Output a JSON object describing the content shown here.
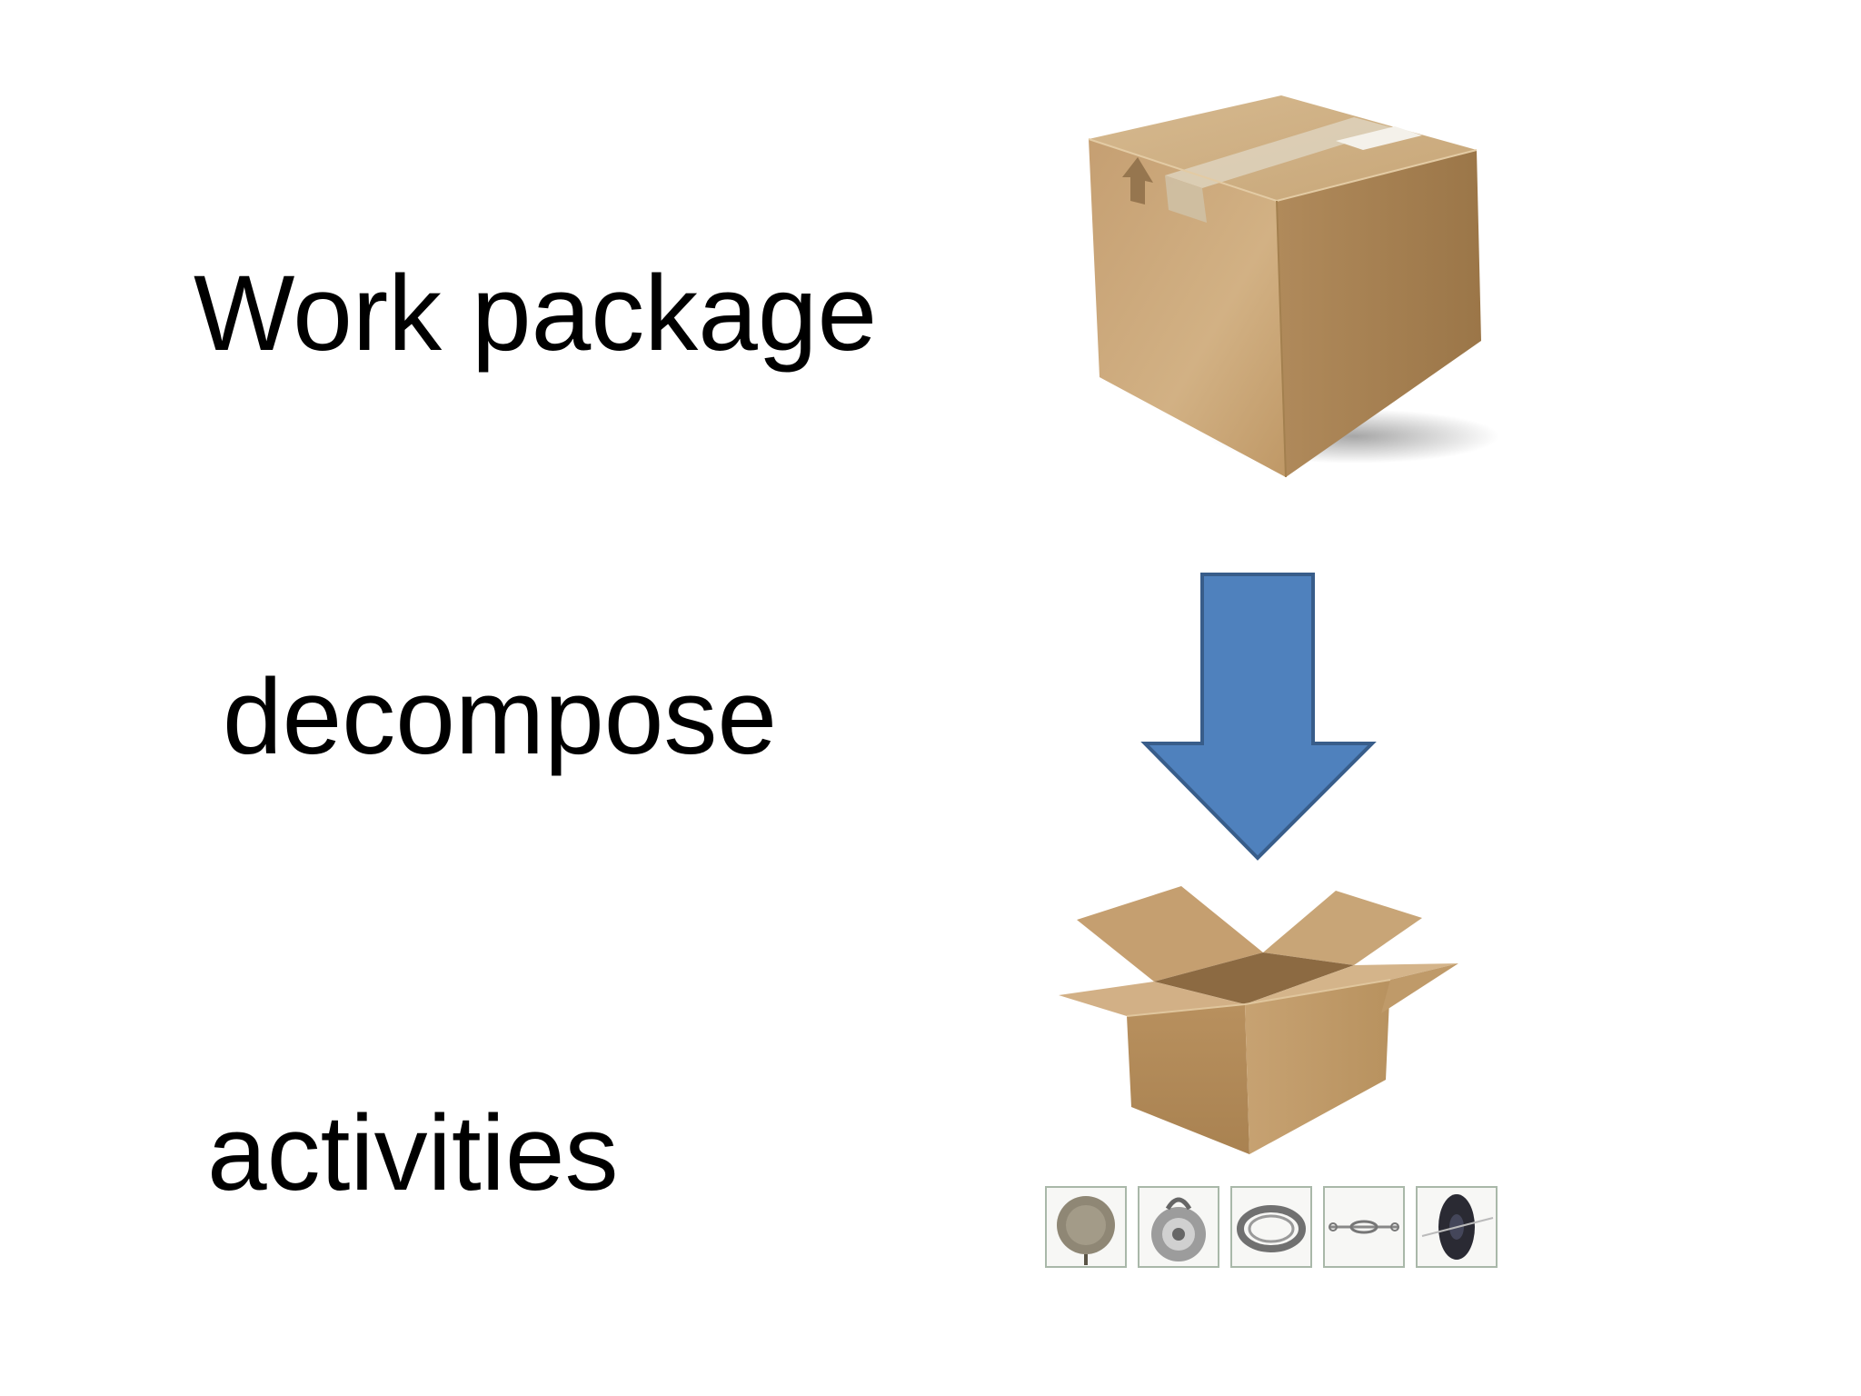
{
  "labels": {
    "work_package": "Work package",
    "decompose": "decompose",
    "activities": "activities"
  },
  "icons": {
    "closed_box": "closed-cardboard-box-icon",
    "arrow": "down-arrow-icon",
    "open_box": "open-cardboard-box-icon",
    "items": [
      "round-plate-icon",
      "pulley-icon",
      "wire-coil-icon",
      "turnbuckle-icon",
      "wheel-icon"
    ]
  },
  "colors": {
    "arrow_fill": "#4F81BD",
    "arrow_stroke": "#385D8A",
    "cardboard": "#C9A87C",
    "background": "#FFFFFF",
    "text": "#000000"
  }
}
